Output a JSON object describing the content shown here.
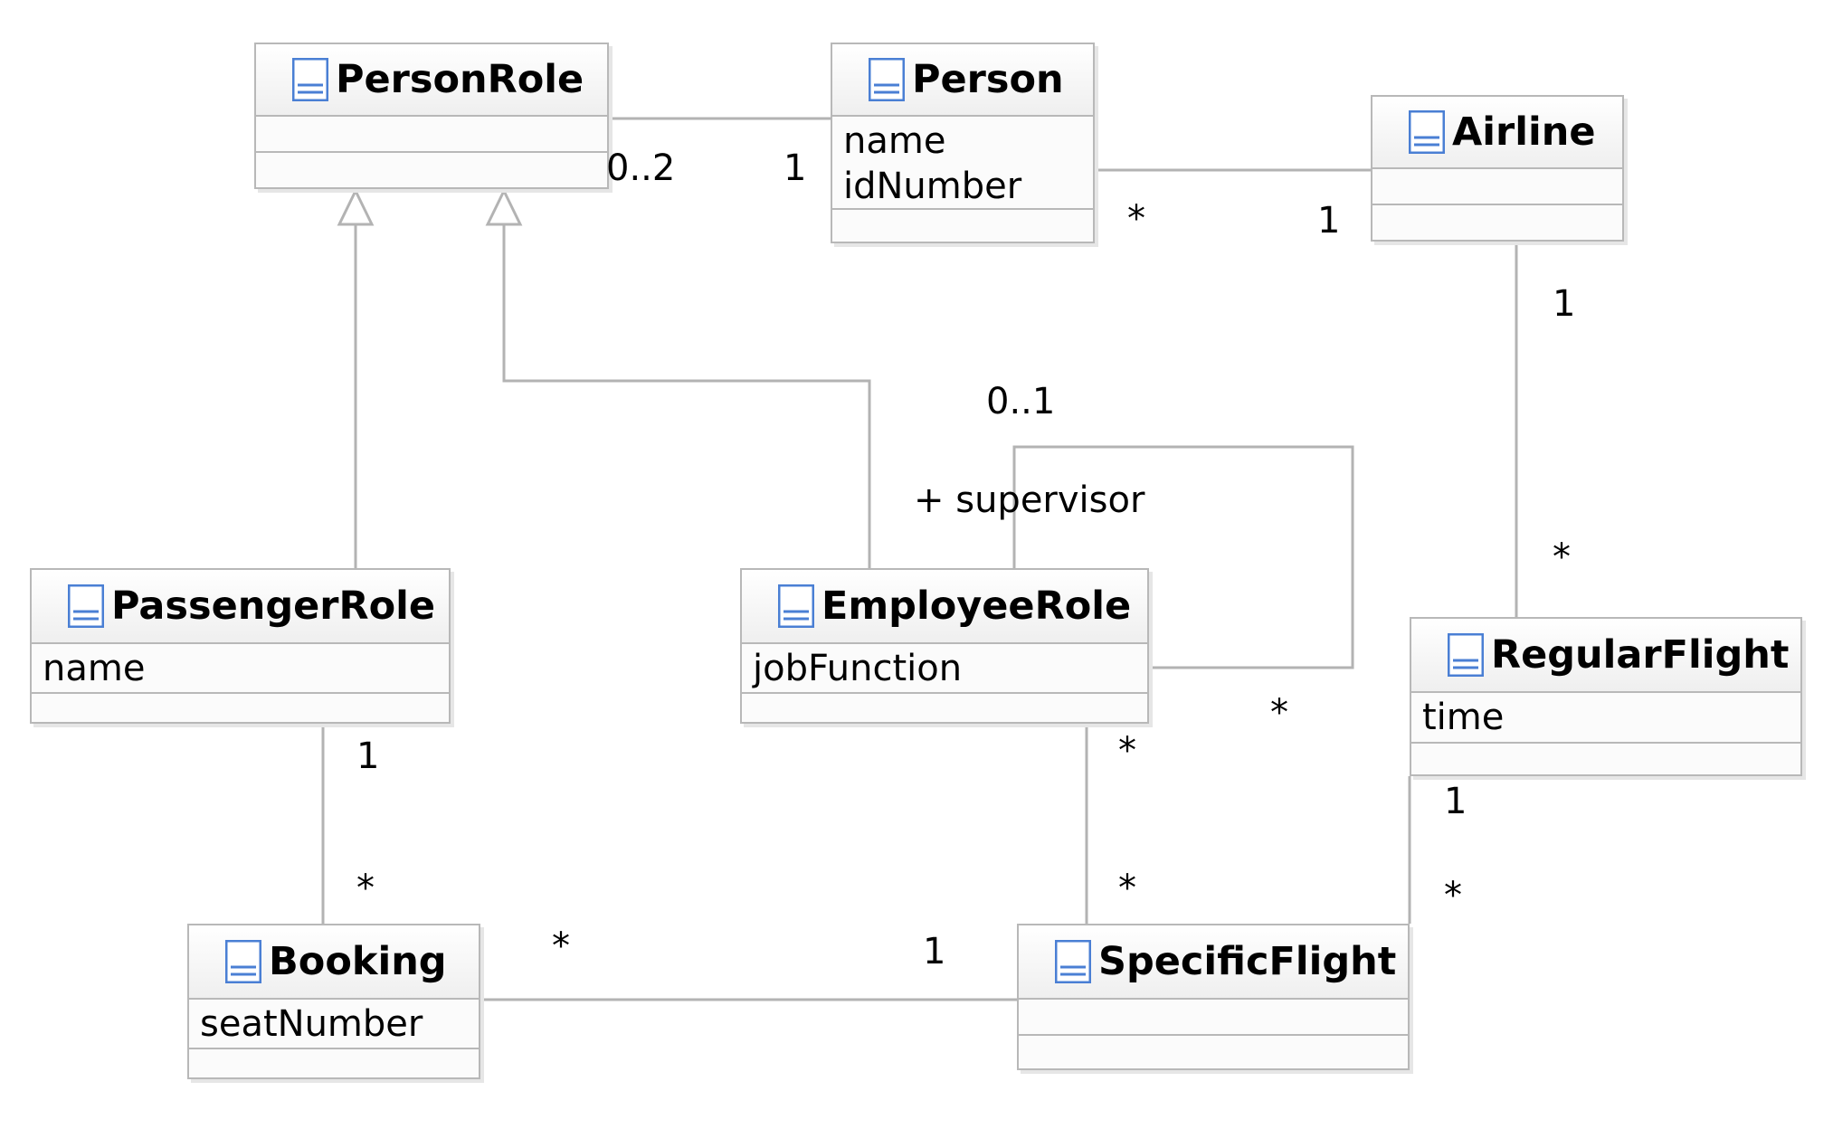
{
  "classes": {
    "person_role": {
      "name": "PersonRole",
      "attributes": []
    },
    "person": {
      "name": "Person",
      "attributes": [
        "name",
        "idNumber"
      ]
    },
    "airline": {
      "name": "Airline",
      "attributes": []
    },
    "passenger_role": {
      "name": "PassengerRole",
      "attributes": [
        "name"
      ]
    },
    "employee_role": {
      "name": "EmployeeRole",
      "attributes": [
        "jobFunction"
      ]
    },
    "regular_flight": {
      "name": "RegularFlight",
      "attributes": [
        "time"
      ]
    },
    "booking": {
      "name": "Booking",
      "attributes": [
        "seatNumber"
      ]
    },
    "specific_flight": {
      "name": "SpecificFlight",
      "attributes": []
    }
  },
  "associations": {
    "personrole_person": {
      "from_mult": "0..2",
      "to_mult": "1"
    },
    "person_airline": {
      "from_mult": "*",
      "to_mult": "1"
    },
    "airline_regularflight": {
      "from_mult": "1",
      "to_mult": "*"
    },
    "employee_supervisor": {
      "role": "+ supervisor",
      "supervisor_mult": "0..1",
      "subordinate_mult": "*"
    },
    "passenger_booking": {
      "from_mult": "1",
      "to_mult": "*"
    },
    "employee_specificflight": {
      "from_mult": "*",
      "to_mult": "*"
    },
    "regularflight_specificflight": {
      "from_mult": "1",
      "to_mult": "*"
    },
    "booking_specificflight": {
      "from_mult": "*",
      "to_mult": "1"
    }
  },
  "colors": {
    "line": "#b3b3b3",
    "box_border": "#b8b8b8",
    "icon": "#4a7fd4"
  },
  "icon": "class-icon"
}
